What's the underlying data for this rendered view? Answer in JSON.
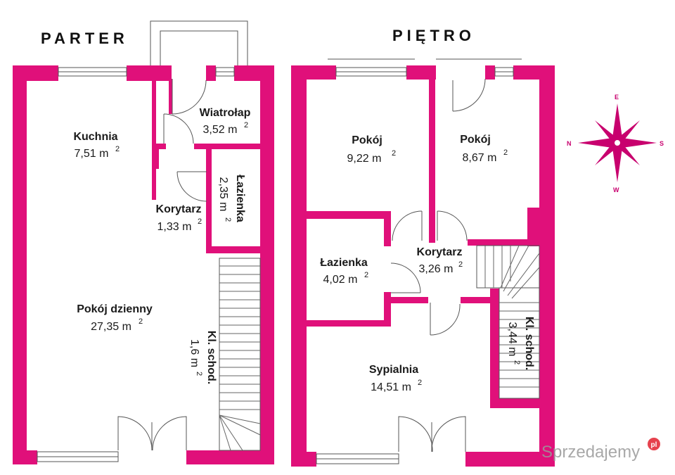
{
  "floors": {
    "ground": {
      "title": "PARTER",
      "rooms": [
        {
          "name": "Kuchnia",
          "area": "7,51 m",
          "unit_sup": "2"
        },
        {
          "name": "Wiatrołap",
          "area": "3,52 m",
          "unit_sup": "2"
        },
        {
          "name": "Łazienka",
          "area": "2,35 m",
          "unit_sup": "2"
        },
        {
          "name": "Korytarz",
          "area": "1,33 m",
          "unit_sup": "2"
        },
        {
          "name": "Pokój dzienny",
          "area": "27,35 m",
          "unit_sup": "2"
        },
        {
          "name": "Kl. schod.",
          "area": "1,6 m",
          "unit_sup": "2"
        }
      ]
    },
    "upper": {
      "title": "PIĘTRO",
      "rooms": [
        {
          "name": "Pokój",
          "area": "9,22 m",
          "unit_sup": "2"
        },
        {
          "name": "Pokój",
          "area": "8,67 m",
          "unit_sup": "2"
        },
        {
          "name": "Łazienka",
          "area": "4,02 m",
          "unit_sup": "2"
        },
        {
          "name": "Korytarz",
          "area": "3,26 m",
          "unit_sup": "2"
        },
        {
          "name": "Sypialnia",
          "area": "14,51 m",
          "unit_sup": "2"
        },
        {
          "name": "Kl. schod.",
          "area": "3,44 m",
          "unit_sup": "2"
        }
      ]
    }
  },
  "compass": {
    "n": "N",
    "e": "E",
    "s": "S",
    "w": "W"
  },
  "watermark": {
    "text": "Sprzedajemy",
    "badge": "pl"
  },
  "colors": {
    "wall": "#e0107a",
    "compass": "#c8006e",
    "line": "#555555"
  }
}
